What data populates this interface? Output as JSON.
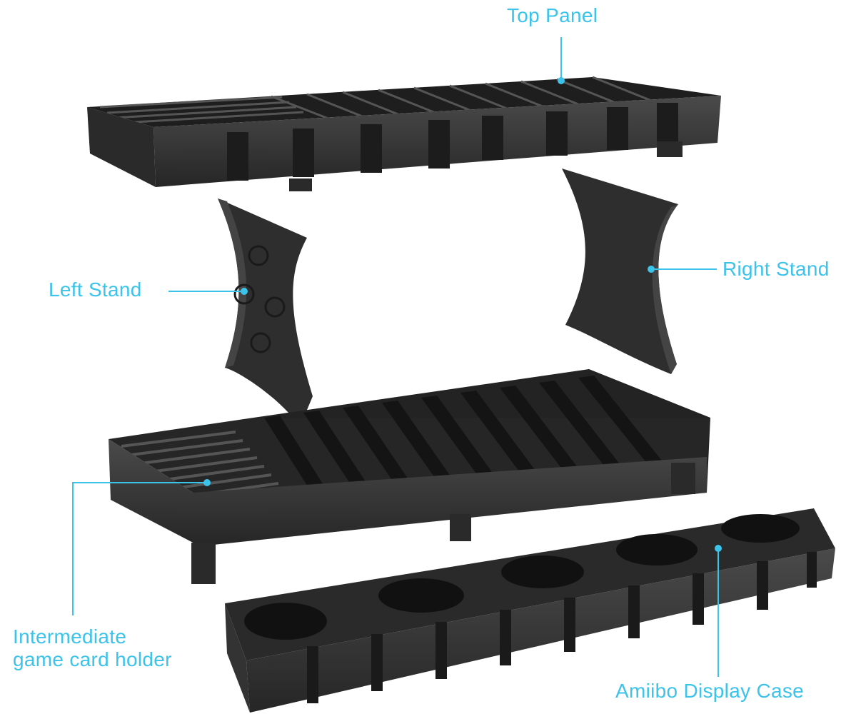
{
  "callouts": {
    "top_panel": "Top Panel",
    "left_stand": "Left Stand",
    "right_stand": "Right Stand",
    "card_holder": "Intermediate\ngame card holder",
    "amiibo_case": "Amiibo Display Case"
  },
  "colors": {
    "callout": "#3cc3ea",
    "part_dark": "#2b2b2b",
    "part_mid": "#3a3a3a",
    "part_light": "#555555",
    "background": "#ffffff"
  }
}
